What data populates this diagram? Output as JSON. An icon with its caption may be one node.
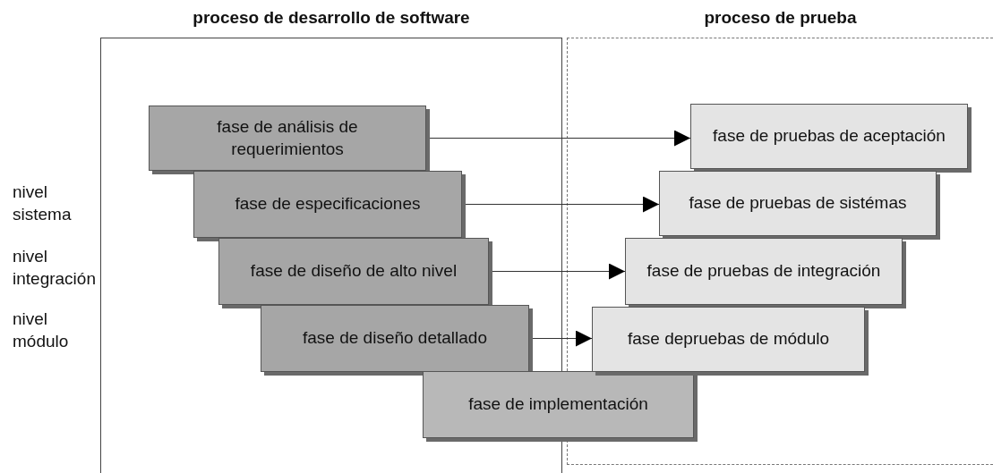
{
  "diagram": {
    "nodes": [
      {
        "text": [
          "proceso de desarrollo de software"
        ]
      },
      {
        "text": [
          "fase de análisis de requerimientos"
        ],
        "in": 0
      },
      {
        "text": [
          "fase de especificaciones"
        ],
        "in": 0
      },
      {
        "text": [
          "fase de diseño de alto nivel"
        ],
        "in": 0
      },
      {
        "text": [
          "fase de diseño detallado"
        ],
        "in": 0
      },
      {
        "text": [
          "fase de implementación"
        ]
      },
      {
        "text": [
          "proceso de prueba"
        ]
      },
      {
        "text": [
          "fase de pruebas de aceptación"
        ],
        "in": 6
      },
      {
        "text": [
          "fase de pruebas de sistémas"
        ],
        "in": 6
      },
      {
        "text": [
          "fase de pruebas de integración"
        ],
        "in": 6
      },
      {
        "text": [
          "fase depruebas de módulo"
        ],
        "in": 6
      }
    ],
    "edges": [
      {
        "from": 1,
        "to": 7,
        "arrow": "to"
      },
      {
        "from": 2,
        "to": 8,
        "arrow": "to"
      },
      {
        "from": 3,
        "to": 9,
        "arrow": "to"
      },
      {
        "from": 4,
        "to": 10,
        "arrow": "to"
      }
    ],
    "labels": [
      "nivel sistema",
      "nivel integración",
      "nivel módulo"
    ]
  }
}
